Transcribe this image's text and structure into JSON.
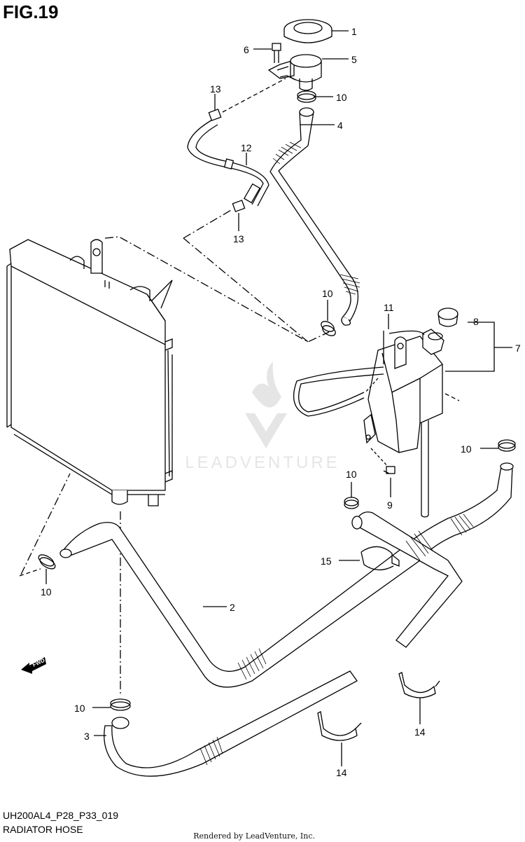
{
  "figure": {
    "title": "FIG.19"
  },
  "footer": {
    "code": "UH200AL4_P28_P33_019",
    "name": "RADIATOR HOSE"
  },
  "rendered_by": "Rendered by LeadVenture, Inc.",
  "watermark": "LEADVENTURE",
  "fwd_label": "FWD",
  "callouts": {
    "c1": "1",
    "c2": "2",
    "c3": "3",
    "c4": "4",
    "c5": "5",
    "c6": "6",
    "c7": "7",
    "c8": "8",
    "c9": "9",
    "c10a": "10",
    "c10b": "10",
    "c10c": "10",
    "c10d": "10",
    "c10e": "10",
    "c10f": "10",
    "c11": "11",
    "c12": "12",
    "c13a": "13",
    "c13b": "13",
    "c14a": "14",
    "c14b": "14",
    "c15": "15"
  }
}
